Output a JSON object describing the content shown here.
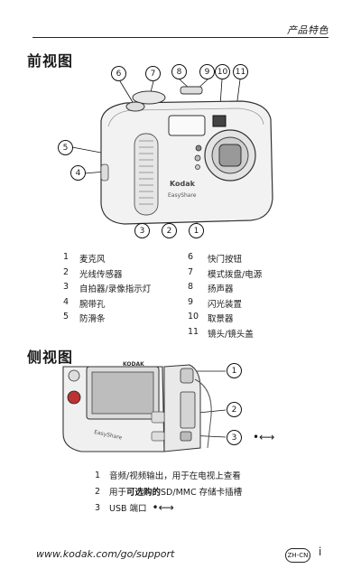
{
  "header": {
    "title": "产品特色"
  },
  "front": {
    "title": "前视图",
    "callouts": [
      "6",
      "7",
      "8",
      "9",
      "10",
      "11",
      "5",
      "4",
      "3",
      "2",
      "1"
    ],
    "legend_left": [
      {
        "num": "1",
        "label": "麦克风"
      },
      {
        "num": "2",
        "label": "光线传感器"
      },
      {
        "num": "3",
        "label": "自拍器/录像指示灯"
      },
      {
        "num": "4",
        "label": "腕带孔"
      },
      {
        "num": "5",
        "label": "防滑条"
      }
    ],
    "legend_right": [
      {
        "num": "6",
        "label": "快门按钮"
      },
      {
        "num": "7",
        "label": "模式拨盘/电源"
      },
      {
        "num": "8",
        "label": "扬声器"
      },
      {
        "num": "9",
        "label": "闪光装置"
      },
      {
        "num": "10",
        "label": "取景器"
      },
      {
        "num": "11",
        "label": "镜头/镜头盖"
      }
    ],
    "camera_brand": "Kodak",
    "camera_model": "EasyShare"
  },
  "side": {
    "title": "侧视图",
    "callouts": [
      "1",
      "2",
      "3"
    ],
    "items": [
      {
        "num": "1",
        "text_pre": "音频/视频输出，用于在电视上查看",
        "text_bold": "",
        "text_post": ""
      },
      {
        "num": "2",
        "text_pre": "用于",
        "text_bold": "可选购的",
        "text_post": " SD/MMC 存储卡插槽"
      },
      {
        "num": "3",
        "text_pre": "USB 端口",
        "text_bold": "",
        "text_post": ""
      }
    ],
    "usb_symbol": "•⟷",
    "camera_brand": "KODAK",
    "camera_model": "EasyShare"
  },
  "footer": {
    "url": "www.kodak.com/go/support",
    "lang": "ZH-CN",
    "page": "i"
  }
}
